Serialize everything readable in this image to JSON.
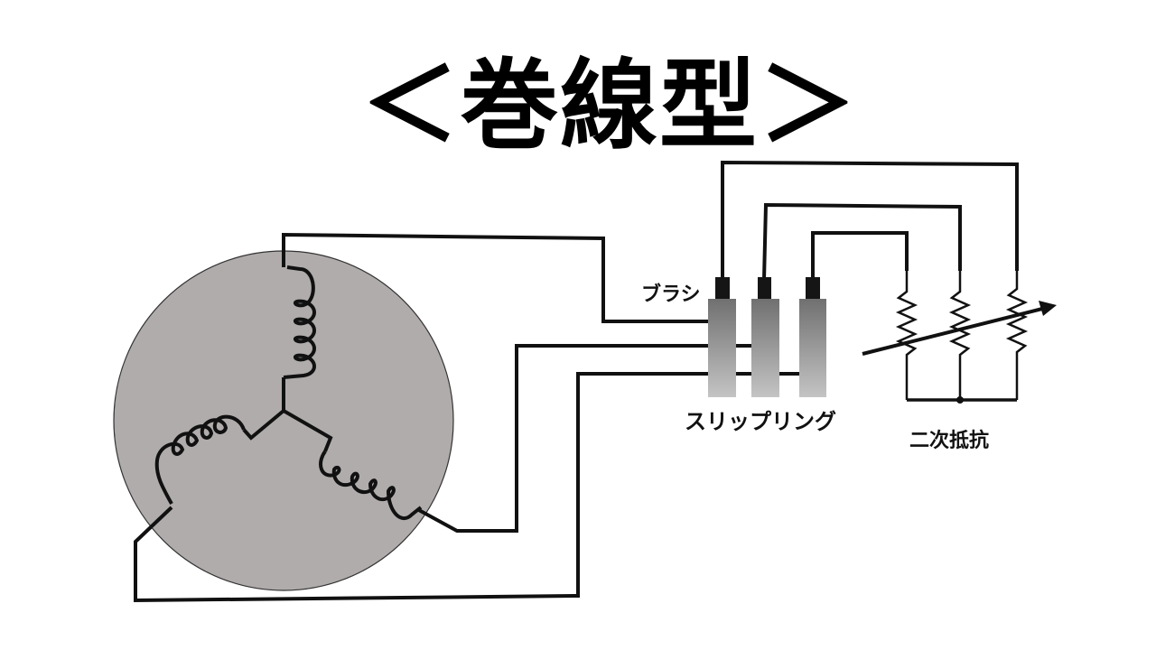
{
  "title": "＜巻線型＞",
  "labels": {
    "brush": "ブラシ",
    "slip_ring": "スリップリング",
    "secondary_resistance": "二次抵抗"
  },
  "colors": {
    "rotor_fill": "#b0acab",
    "wire": "#111111",
    "ring_top": "#707070",
    "ring_bottom": "#c4c4c4",
    "brush": "#151515"
  },
  "components": {
    "rotor_windings": 3,
    "slip_rings": 3,
    "brushes": 3,
    "resistors": 3,
    "connection": "star (Y)"
  }
}
